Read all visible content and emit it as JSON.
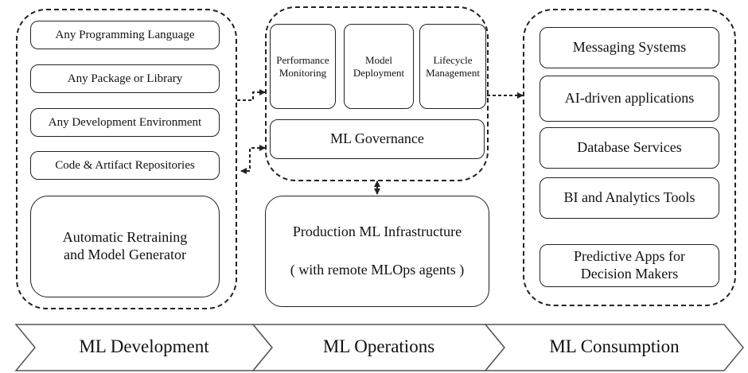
{
  "development": {
    "items": [
      "Any Programming Language",
      "Any Package or Library",
      "Any Development Environment",
      "Code & Artifact Repositories"
    ],
    "generator": [
      "Automatic Retraining",
      "and Model Generator"
    ]
  },
  "operations": {
    "monitoring": [
      "Performance",
      "Monitoring"
    ],
    "deployment": [
      "Model",
      "Deployment"
    ],
    "lifecycle": [
      "Lifecycle",
      "Management"
    ],
    "governance": "ML Governance",
    "infrastructure": {
      "title": "Production ML Infrastructure",
      "subtitle": "( with remote MLOps agents )"
    }
  },
  "consumption": {
    "items": [
      "Messaging Systems",
      "AI-driven applications",
      "Database Services",
      "BI and Analytics Tools"
    ],
    "predictive": [
      "Predictive Apps for",
      "Decision Makers"
    ]
  },
  "stages": [
    "ML Development",
    "ML Operations",
    "ML Consumption"
  ]
}
